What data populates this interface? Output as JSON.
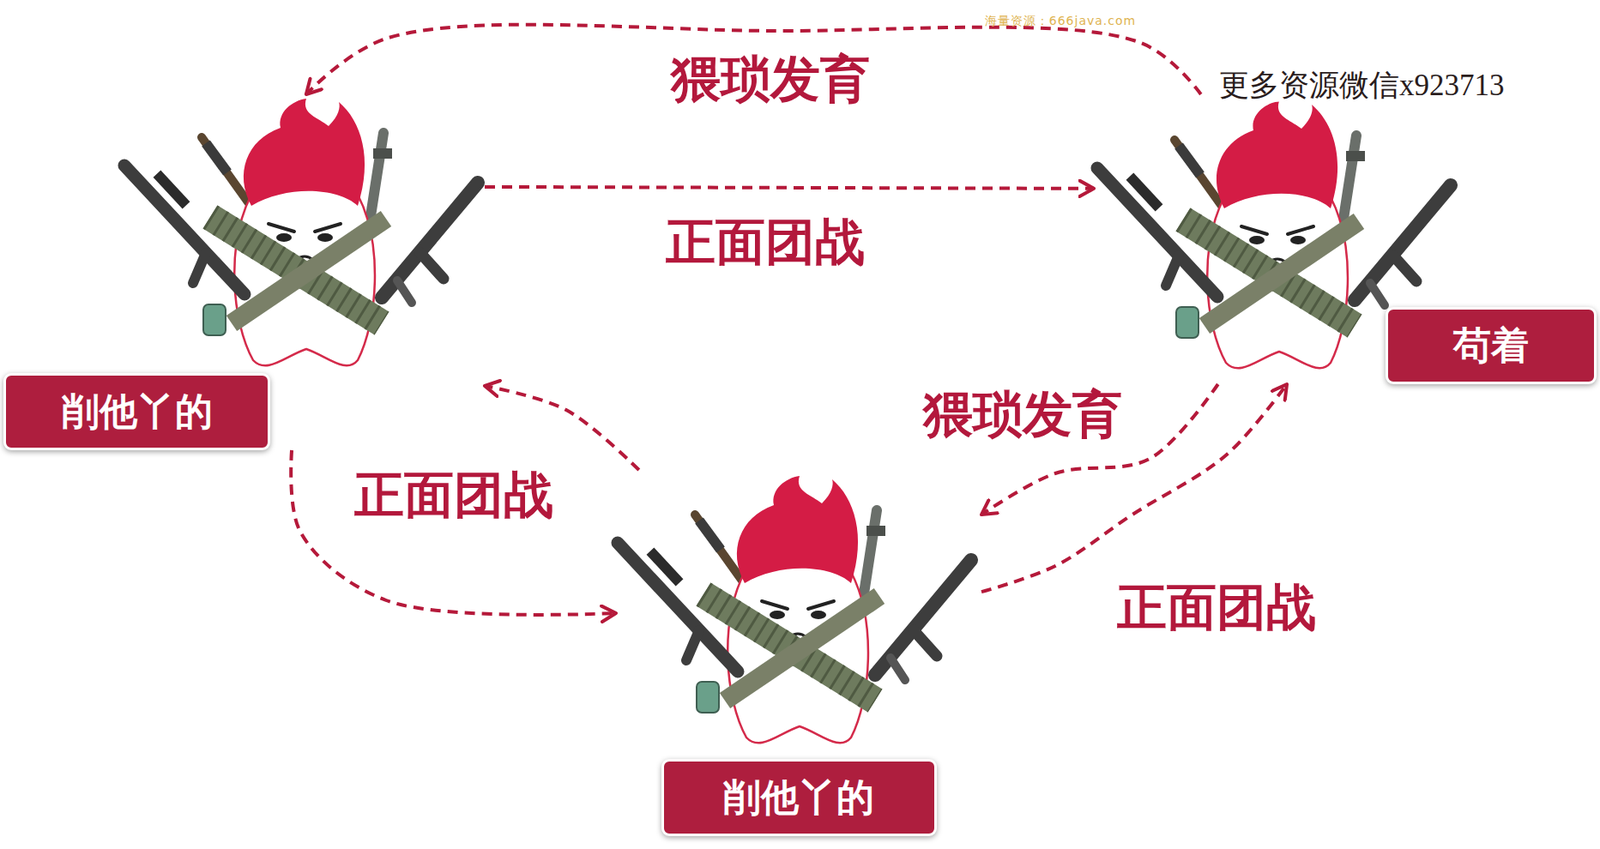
{
  "diagram": {
    "nodes": [
      {
        "text": [
          "削他丫的"
        ]
      },
      {
        "text": [
          "苟着"
        ]
      },
      {
        "text": [
          "削他丫的"
        ]
      }
    ],
    "edges": [
      {
        "from": 1,
        "to": 0,
        "arrow": "to",
        "label": "猥琐发育"
      },
      {
        "from": 0,
        "to": 1,
        "arrow": "to",
        "label": "正面团战"
      },
      {
        "from": 0,
        "to": 2,
        "arrow": "to",
        "label": "正面团战"
      },
      {
        "from": 2,
        "to": 0,
        "arrow": "to"
      },
      {
        "from": 1,
        "to": 2,
        "arrow": "to",
        "label": "猥琐发育"
      },
      {
        "from": 2,
        "to": 1,
        "arrow": "to",
        "label": "正面团战"
      }
    ],
    "labels": [
      "海量资源：666java.com",
      "更多资源微信x923713"
    ]
  }
}
